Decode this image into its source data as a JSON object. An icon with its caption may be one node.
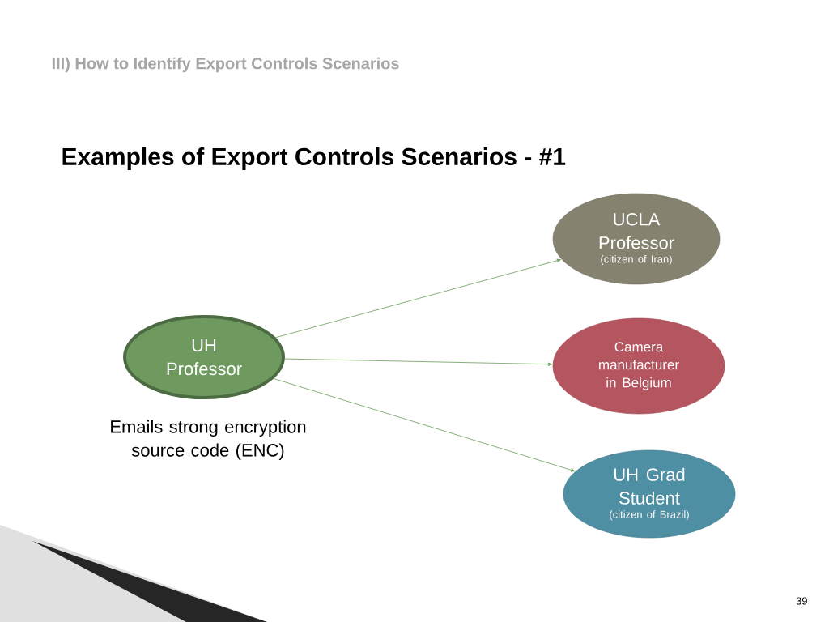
{
  "diagram": {
    "title": "Examples of Export Controls Scenarios - #1",
    "nodes": [
      {
        "text": [
          "UH Professor"
        ],
        "beside": [
          "Emails strong encryption source code (ENC)"
        ]
      },
      {
        "text": [
          "UCLA Professor",
          "(citizen of Iran)"
        ]
      },
      {
        "text": [
          "Camera manufacturer in Belgium"
        ]
      },
      {
        "text": [
          "UH Grad Student",
          "(citizen of Brazil)"
        ]
      }
    ],
    "edges": [
      {
        "from": 0,
        "to": 1,
        "arrow": "to"
      },
      {
        "from": 0,
        "to": 2,
        "arrow": "to"
      },
      {
        "from": 0,
        "to": 3,
        "arrow": "to"
      }
    ],
    "labels": [
      "III) How to Identify Export Controls Scenarios",
      "39"
    ]
  }
}
